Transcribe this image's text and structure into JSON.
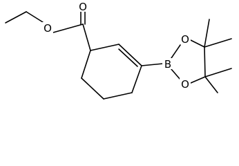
{
  "molecule": {
    "atoms": {
      "carbonyl_oxygen": "O",
      "ester_oxygen": "O",
      "boron": "B",
      "ring_oxygen_top": "O",
      "ring_oxygen_bottom": "O"
    },
    "colors": {
      "bond": "#000000",
      "label": "#000000",
      "background": "#ffffff"
    }
  }
}
